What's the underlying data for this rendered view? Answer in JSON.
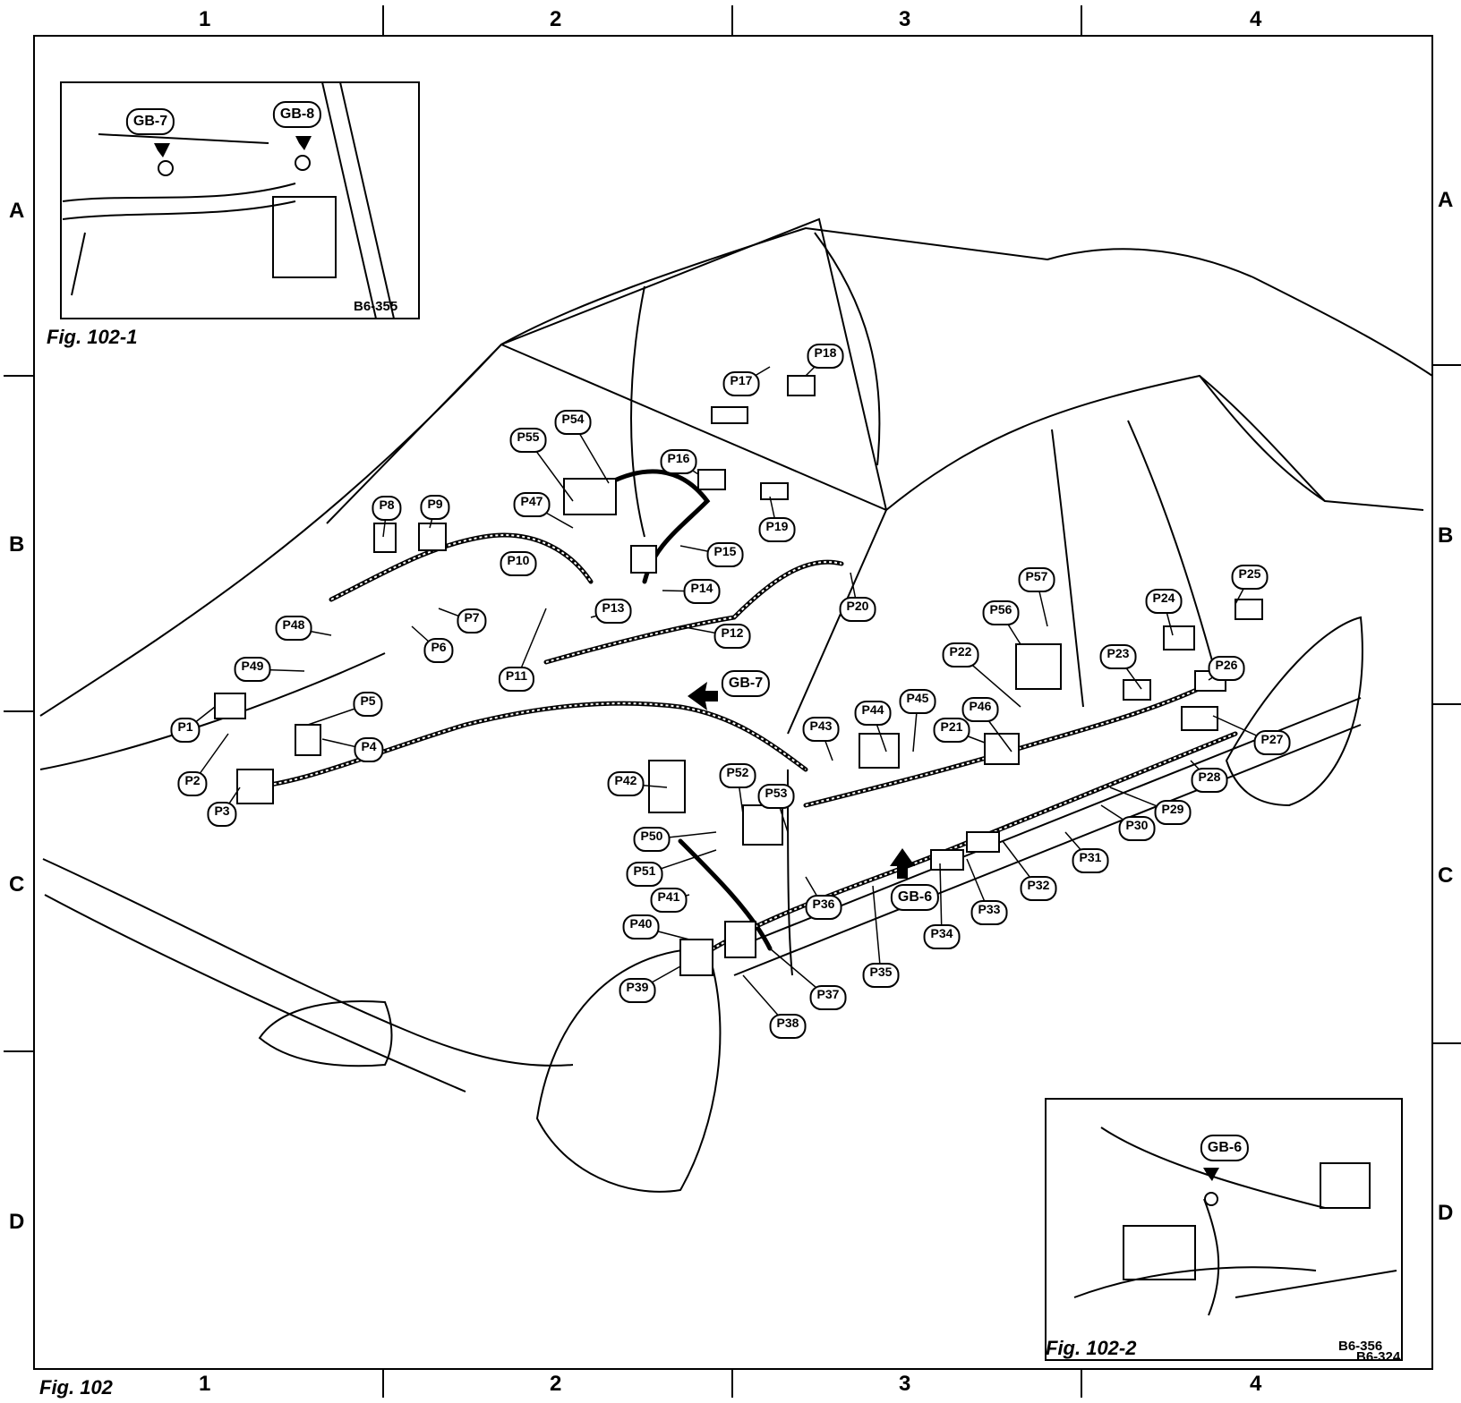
{
  "figure": {
    "caption": "Fig. 102",
    "code": "B6-324"
  },
  "grid": {
    "columns": [
      "1",
      "2",
      "3",
      "4"
    ],
    "rows": [
      "A",
      "B",
      "C",
      "D"
    ]
  },
  "insets": [
    {
      "id": "fig-102-1",
      "caption": "Fig. 102-1",
      "code": "B6-355",
      "labels": [
        "GB-7",
        "GB-8"
      ]
    },
    {
      "id": "fig-102-2",
      "caption": "Fig. 102-2",
      "code": "B6-356",
      "labels": [
        "GB-6"
      ]
    }
  ],
  "connectors": [
    "P1",
    "P2",
    "P3",
    "P4",
    "P5",
    "P6",
    "P7",
    "P8",
    "P9",
    "P10",
    "P11",
    "P12",
    "P13",
    "P14",
    "P15",
    "P16",
    "P17",
    "P18",
    "P19",
    "P20",
    "P21",
    "P22",
    "P23",
    "P24",
    "P25",
    "P26",
    "P27",
    "P28",
    "P29",
    "P30",
    "P31",
    "P32",
    "P33",
    "P34",
    "P35",
    "P36",
    "P37",
    "P38",
    "P39",
    "P40",
    "P41",
    "P42",
    "P43",
    "P44",
    "P45",
    "P46",
    "P47",
    "P48",
    "P49",
    "P50",
    "P51",
    "P52",
    "P53",
    "P54",
    "P55",
    "P56",
    "P57"
  ],
  "grounds": [
    "GB-6",
    "GB-7"
  ]
}
